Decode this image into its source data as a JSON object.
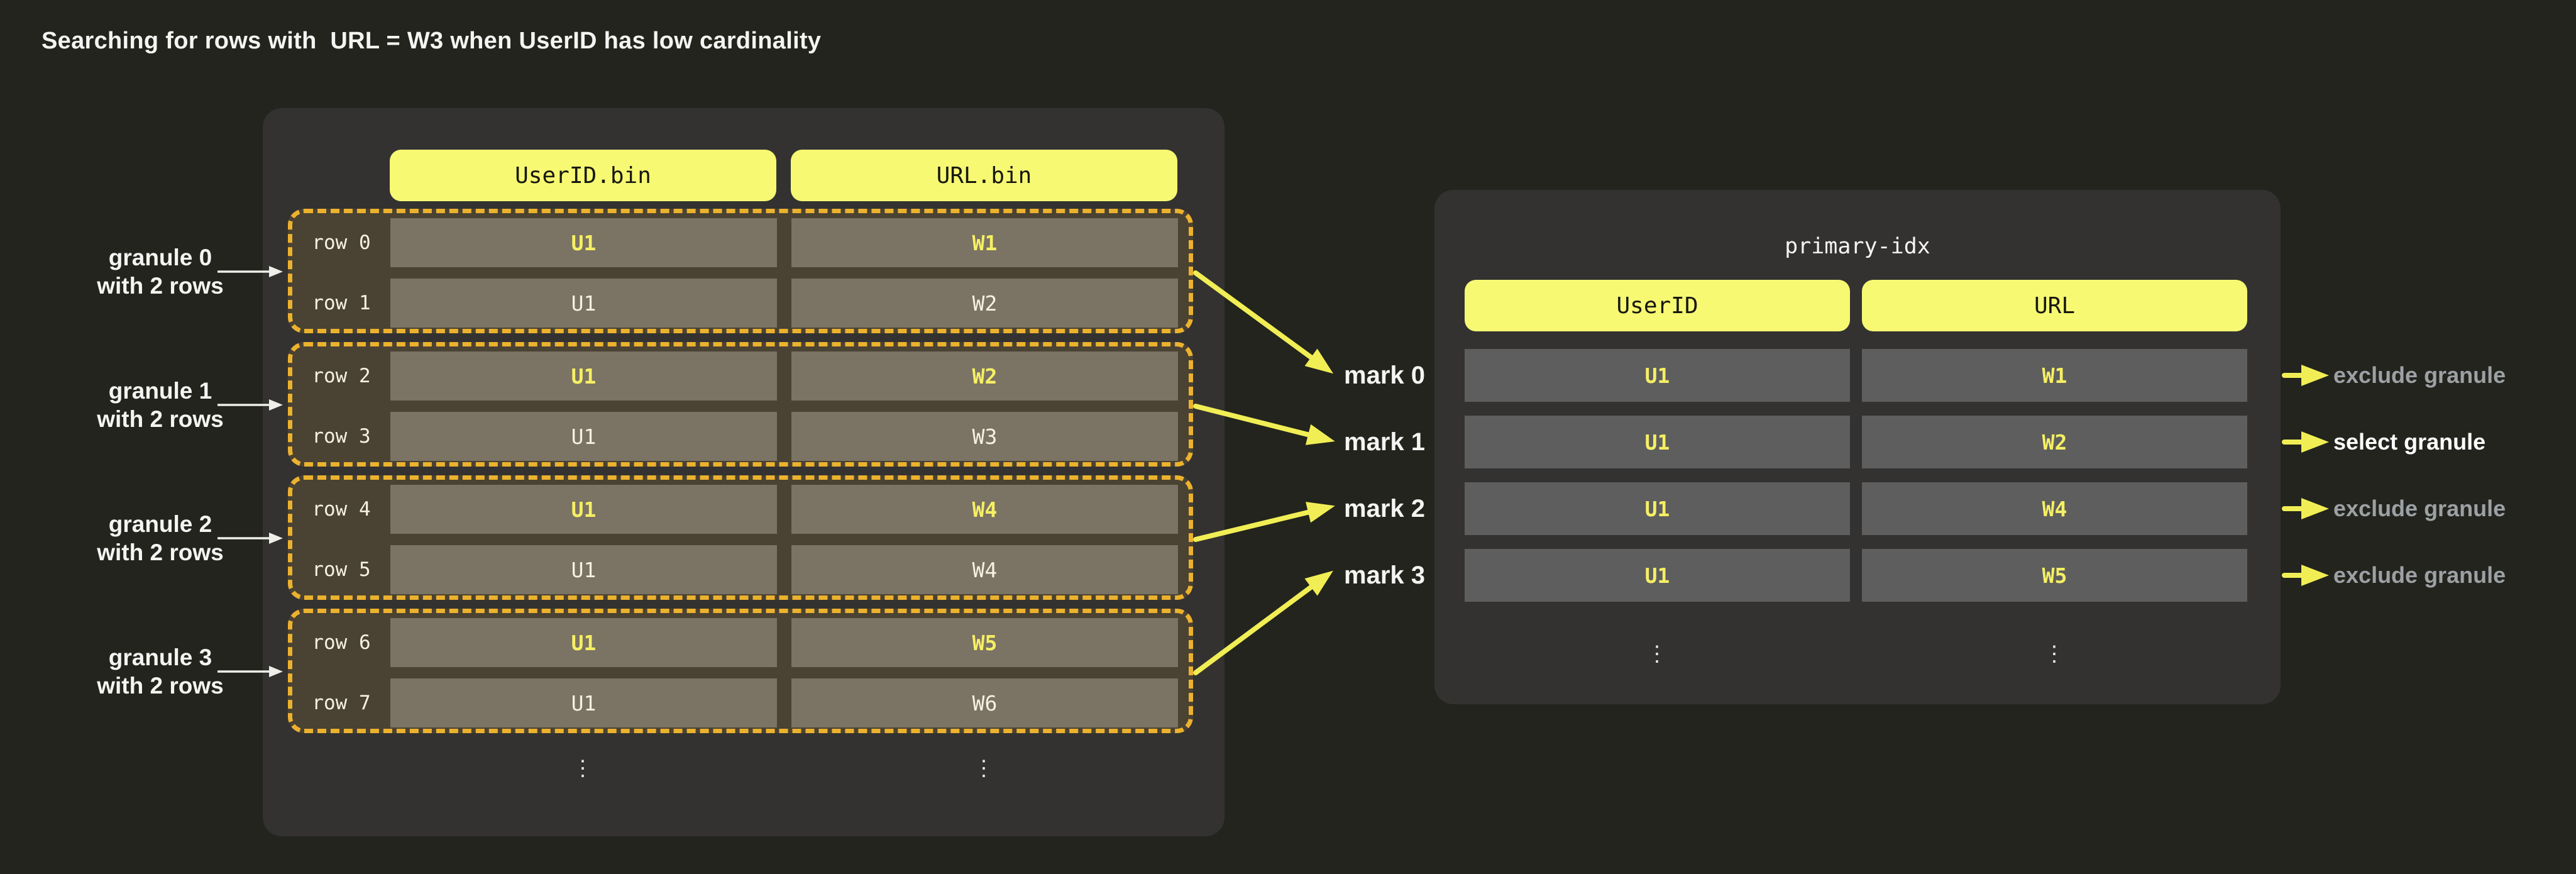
{
  "title": "Searching for rows with  URL = W3 when UserID has low cardinality",
  "colors": {
    "page_bg": "#22241d",
    "panel_bg": "#333231",
    "pill_yellow": "#f7f973",
    "granule_border": "#ecb22e",
    "granule_fill": "#4a4232",
    "bin_cell": "#7b7364",
    "idx_cell": "#5e5e5e",
    "arrow_yellow": "#f1ee55",
    "value_yellow": "#f5ef64",
    "text_white": "#f4f4f2",
    "text_cream": "#f6f1e2",
    "text_gray": "#9da0a4"
  },
  "bin_table": {
    "columns": [
      "UserID.bin",
      "URL.bin"
    ],
    "granules": [
      {
        "label_line1": "granule 0",
        "label_line2": "with 2 rows",
        "mark": "mark 0",
        "rows": [
          {
            "label": "row 0",
            "userid": "U1",
            "url": "W1"
          },
          {
            "label": "row 1",
            "userid": "U1",
            "url": "W2"
          }
        ]
      },
      {
        "label_line1": "granule 1",
        "label_line2": "with 2 rows",
        "mark": "mark 1",
        "rows": [
          {
            "label": "row 2",
            "userid": "U1",
            "url": "W2"
          },
          {
            "label": "row 3",
            "userid": "U1",
            "url": "W3"
          }
        ]
      },
      {
        "label_line1": "granule 2",
        "label_line2": "with 2 rows",
        "mark": "mark 2",
        "rows": [
          {
            "label": "row 4",
            "userid": "U1",
            "url": "W4"
          },
          {
            "label": "row 5",
            "userid": "U1",
            "url": "W4"
          }
        ]
      },
      {
        "label_line1": "granule 3",
        "label_line2": "with 2 rows",
        "mark": "mark 3",
        "rows": [
          {
            "label": "row 6",
            "userid": "U1",
            "url": "W5"
          },
          {
            "label": "row 7",
            "userid": "U1",
            "url": "W6"
          }
        ]
      }
    ],
    "ellipsis": "⋮"
  },
  "primary_index": {
    "title": "primary-idx",
    "columns": [
      "UserID",
      "URL"
    ],
    "rows": [
      {
        "userid": "U1",
        "url": "W1",
        "action": "exclude granule",
        "action_class": "exclude"
      },
      {
        "userid": "U1",
        "url": "W2",
        "action": "select granule",
        "action_class": "select"
      },
      {
        "userid": "U1",
        "url": "W4",
        "action": "exclude granule",
        "action_class": "exclude"
      },
      {
        "userid": "U1",
        "url": "W5",
        "action": "exclude granule",
        "action_class": "exclude"
      }
    ],
    "ellipsis": "⋮"
  }
}
